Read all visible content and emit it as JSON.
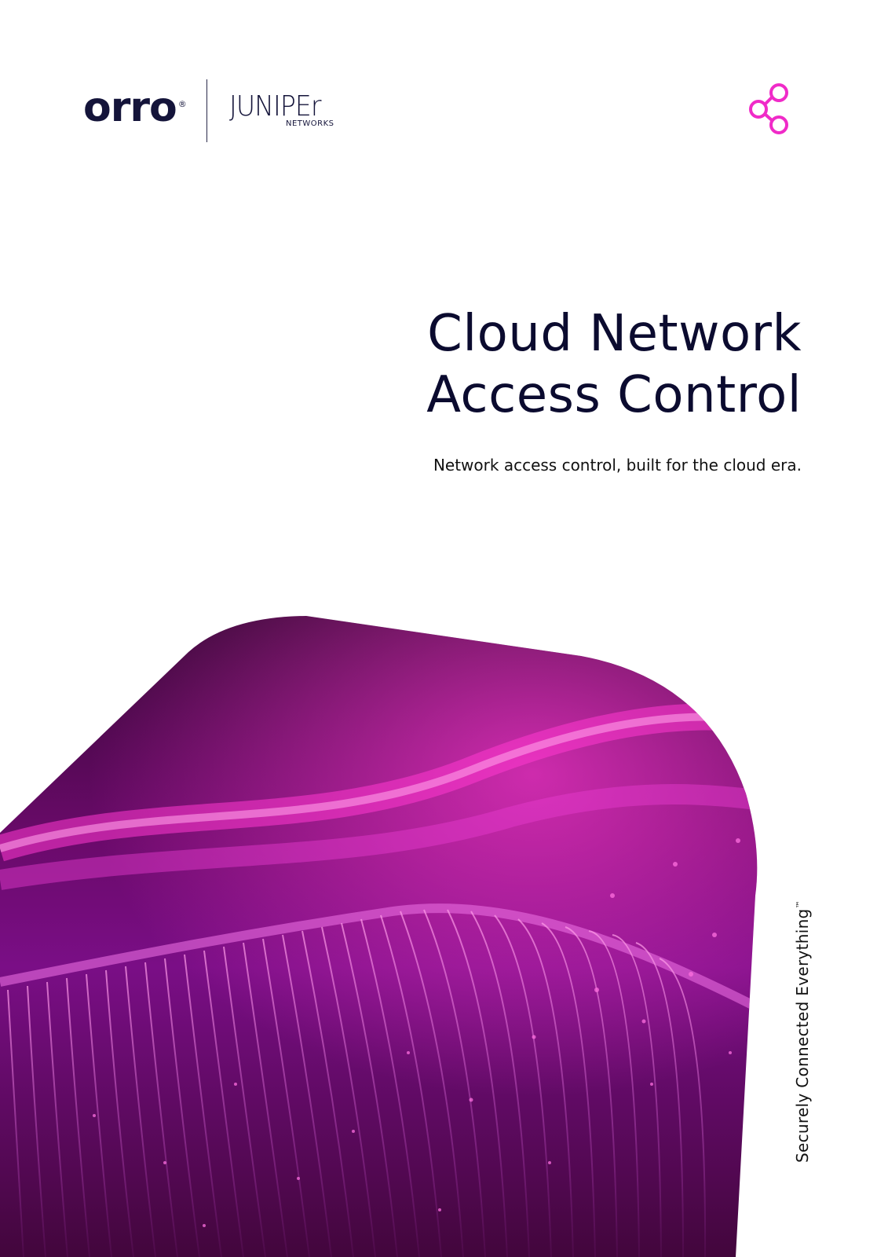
{
  "header": {
    "logo_primary": "orro",
    "logo_primary_mark": "®",
    "logo_partner": "JUNIPEr",
    "logo_partner_sub": "NETWORKS",
    "share_icon": "share-icon"
  },
  "cover": {
    "title_line1": "Cloud Network",
    "title_line2": "Access Control",
    "subtitle": "Network access control, built for the cloud era."
  },
  "sidebar": {
    "tagline": "Securely Connected Everything",
    "tagline_mark": "™"
  },
  "colors": {
    "brand_navy": "#0b0b2f",
    "accent_pink": "#f02bc8",
    "hero_dark": "#3a0838",
    "hero_magenta": "#ff20c8",
    "hero_purple": "#8a0fa8"
  }
}
